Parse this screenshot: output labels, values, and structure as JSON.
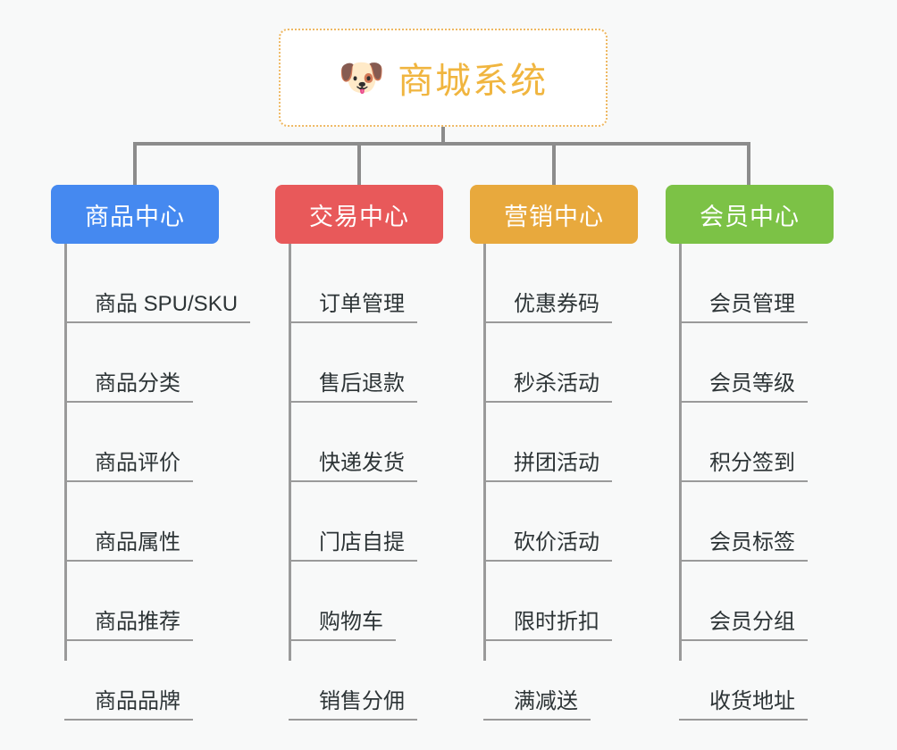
{
  "diagram": {
    "type": "org-tree",
    "background_color": "#f8f9f9",
    "root": {
      "icon": "shiba-dog-face-icon",
      "icon_glyph": "🐶",
      "title": "商城系统",
      "text_color": "#f0b53f",
      "border_color": "#eeb862",
      "background_color": "#ffffff"
    },
    "connector_color": "#8c8c8c",
    "branches": [
      {
        "label": "商品中心",
        "color": "#4589f0",
        "leaves": [
          "商品 SPU/SKU",
          "商品分类",
          "商品评价",
          "商品属性",
          "商品推荐",
          "商品品牌"
        ]
      },
      {
        "label": "交易中心",
        "color": "#e8595a",
        "leaves": [
          "订单管理",
          "售后退款",
          "快递发货",
          "门店自提",
          "购物车",
          "销售分佣"
        ]
      },
      {
        "label": "营销中心",
        "color": "#e8a93d",
        "leaves": [
          "优惠券码",
          "秒杀活动",
          "拼团活动",
          "砍价活动",
          "限时折扣",
          "满减送"
        ]
      },
      {
        "label": "会员中心",
        "color": "#7cc246",
        "leaves": [
          "会员管理",
          "会员等级",
          "积分签到",
          "会员标签",
          "会员分组",
          "收货地址"
        ]
      }
    ]
  }
}
